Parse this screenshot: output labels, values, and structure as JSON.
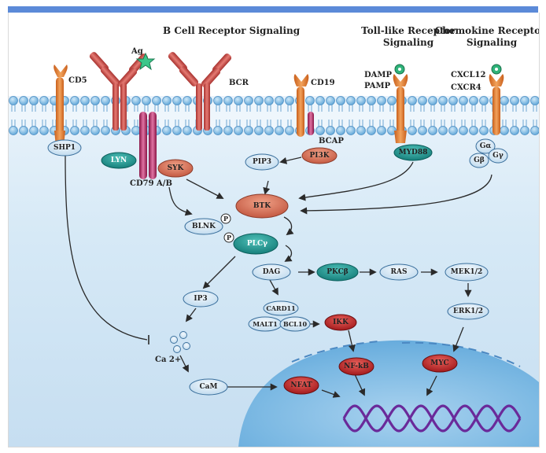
{
  "headers": {
    "bcr": "B Cell Receptor Signaling",
    "tlr_line1": "Toll-like Receptor",
    "tlr_line2": "Signaling",
    "ckr_line1": "Chemokine Receptor",
    "ckr_line2": "Signaling"
  },
  "labels": {
    "ag": "Ag",
    "cd5": "CD5",
    "bcr": "BCR",
    "cd19": "CD19",
    "bcap": "BCAP",
    "damp": "DAMP",
    "pamp": "PAMP",
    "cxcl12": "CXCL12",
    "cxcr4": "CXCR4",
    "cd79": "CD79 A/B",
    "ca": "Ca 2+"
  },
  "nodes": {
    "shp1": "SHP1",
    "lyn": "LYN",
    "syk": "SYK",
    "pip3": "PIP3",
    "pi3k": "PI3K",
    "myd88": "MYD88",
    "galpha": "Gα",
    "gbeta": "Gβ",
    "ggamma": "Gγ",
    "btk": "BTK",
    "blnk": "BLNK",
    "plcg": "PLCγ",
    "p1": "P",
    "p2": "P",
    "dag": "DAG",
    "pkcb": "PKCβ",
    "ras": "RAS",
    "mek": "MEK1/2",
    "ip3": "IP3",
    "card11": "CARD11",
    "malt1": "MALT1",
    "bcl10": "BCL10",
    "ikk": "IKK",
    "erk": "ERK1/2",
    "nfkb": "NF-kB",
    "myc": "MYC",
    "cam": "CaM",
    "nfat": "NFAT"
  },
  "colors": {
    "accent": "#5b8ad8",
    "cytoplasm": "#d2e6f5",
    "nucleus": "#77b6e0",
    "lipid_head": "#7cbbe6",
    "receptor": "#e0863a",
    "bcr_red": "#cd5a55",
    "cd79": "#b0285e",
    "teal": "#1b8e8a",
    "salmon": "#d9705a",
    "dark_red": "#c4262a",
    "light_node": "#cfe4f3",
    "dna": "#6a2a9a"
  }
}
